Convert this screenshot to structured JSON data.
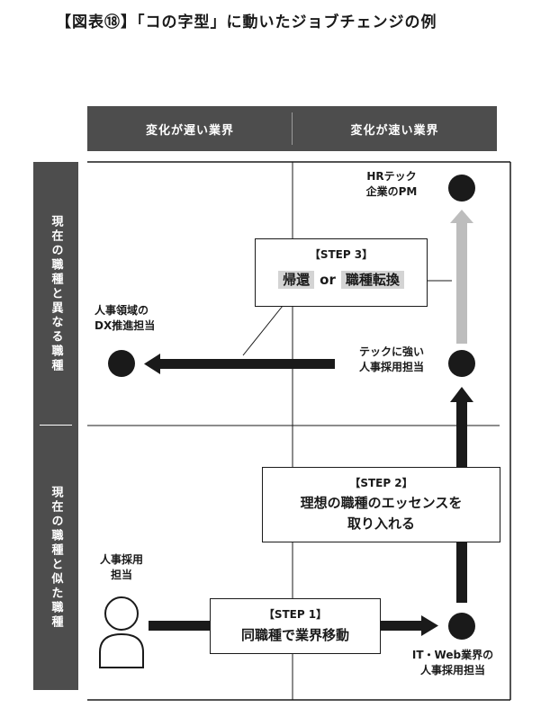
{
  "title": "【図表⑱】「コの字型」に動いたジョブチェンジの例",
  "columns": {
    "slow": "変化が遅い業界",
    "fast": "変化が速い業界"
  },
  "rows": {
    "different": "現在の職種と異なる職種",
    "similar": "現在の職種と似た職種"
  },
  "nodes": {
    "hr_tech_pm": [
      "HRテック",
      "企業のPM"
    ],
    "dx_hr": [
      "人事領域の",
      "DX推進担当"
    ],
    "tech_hr": [
      "テックに強い",
      "人事採用担当"
    ],
    "start_person": [
      "人事採用",
      "担当"
    ],
    "it_web_hr": [
      "IT・Web業界の",
      "人事採用担当"
    ]
  },
  "steps": {
    "step3": {
      "title": "【STEP 3】",
      "option_a": "帰還",
      "or": "or",
      "option_b": "職種転換"
    },
    "step2": {
      "title": "【STEP 2】",
      "lines": [
        "理想の職種のエッセンスを",
        "取り入れる"
      ]
    },
    "step1": {
      "title": "【STEP 1】",
      "body": "同職種で業界移動"
    }
  },
  "colors": {
    "header_bg": "#4d4d4d",
    "ink": "#1a1a1a",
    "arrow_gray": "#bdbdbd",
    "highlight": "#d4d4d4"
  }
}
